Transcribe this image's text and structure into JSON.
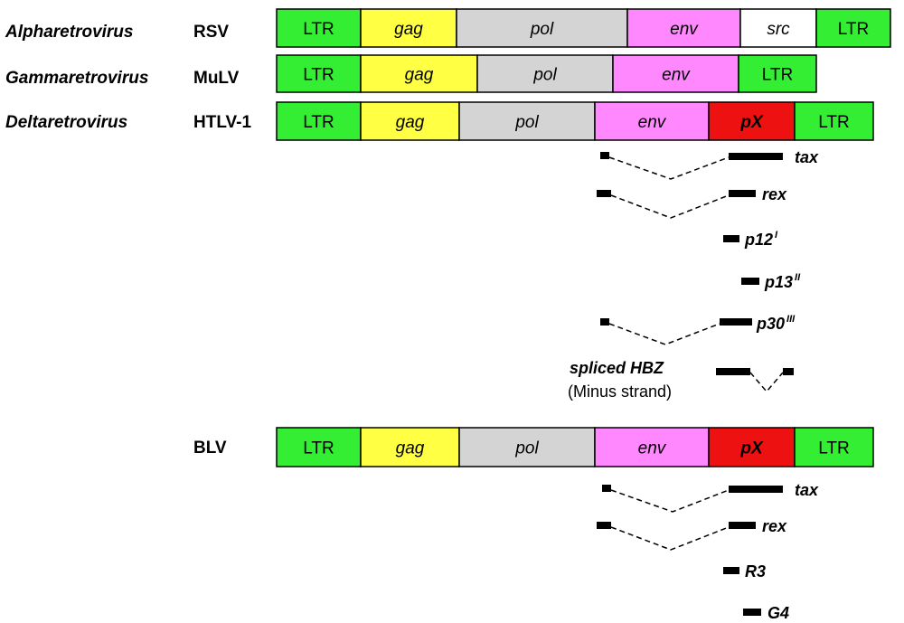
{
  "colors": {
    "LTR": "#33ee33",
    "gag": "#ffff44",
    "pol": "#d4d4d4",
    "env": "#ff88ff",
    "src": "#ffffff",
    "pX": "#ee1111",
    "outline": "#000000"
  },
  "genomes": [
    {
      "genus": "Alpharetrovirus",
      "virus": "RSV",
      "segments": [
        {
          "label": "LTR",
          "type": "LTR",
          "italic": false,
          "bold": false
        },
        {
          "label": "gag",
          "type": "gag",
          "italic": true,
          "bold": false
        },
        {
          "label": "pol",
          "type": "pol",
          "italic": true,
          "bold": false
        },
        {
          "label": "env",
          "type": "env",
          "italic": true,
          "bold": false
        },
        {
          "label": "src",
          "type": "src",
          "italic": true,
          "bold": false
        },
        {
          "label": "LTR",
          "type": "LTR",
          "italic": false,
          "bold": false
        }
      ]
    },
    {
      "genus": "Gammaretrovirus",
      "virus": "MuLV",
      "segments": [
        {
          "label": "LTR",
          "type": "LTR",
          "italic": false,
          "bold": false
        },
        {
          "label": "gag",
          "type": "gag",
          "italic": true,
          "bold": false
        },
        {
          "label": "pol",
          "type": "pol",
          "italic": true,
          "bold": false
        },
        {
          "label": "env",
          "type": "env",
          "italic": true,
          "bold": false
        },
        {
          "label": "LTR",
          "type": "LTR",
          "italic": false,
          "bold": false
        }
      ]
    },
    {
      "genus": "Deltaretrovirus",
      "virus": "HTLV-1",
      "segments": [
        {
          "label": "LTR",
          "type": "LTR",
          "italic": false,
          "bold": false
        },
        {
          "label": "gag",
          "type": "gag",
          "italic": true,
          "bold": false
        },
        {
          "label": "pol",
          "type": "pol",
          "italic": true,
          "bold": false
        },
        {
          "label": "env",
          "type": "env",
          "italic": true,
          "bold": false
        },
        {
          "label": "pX",
          "type": "pX",
          "italic": true,
          "bold": true
        },
        {
          "label": "LTR",
          "type": "LTR",
          "italic": false,
          "bold": false
        }
      ]
    },
    {
      "genus": "",
      "virus": "BLV",
      "segments": [
        {
          "label": "LTR",
          "type": "LTR",
          "italic": false,
          "bold": false
        },
        {
          "label": "gag",
          "type": "gag",
          "italic": true,
          "bold": false
        },
        {
          "label": "pol",
          "type": "pol",
          "italic": true,
          "bold": false
        },
        {
          "label": "env",
          "type": "env",
          "italic": true,
          "bold": false
        },
        {
          "label": "pX",
          "type": "pX",
          "italic": true,
          "bold": true
        },
        {
          "label": "LTR",
          "type": "LTR",
          "italic": false,
          "bold": false
        }
      ]
    }
  ],
  "htlv_transcripts": [
    {
      "name": "tax",
      "sup": ""
    },
    {
      "name": "rex",
      "sup": ""
    },
    {
      "name": "p12",
      "sup": "I"
    },
    {
      "name": "p13",
      "sup": "II"
    },
    {
      "name": "p30",
      "sup": "III"
    }
  ],
  "hbz": {
    "title": "spliced HBZ",
    "subtitle": "(Minus strand)"
  },
  "blv_transcripts": [
    {
      "name": "tax",
      "sup": ""
    },
    {
      "name": "rex",
      "sup": ""
    },
    {
      "name": "R3",
      "sup": ""
    },
    {
      "name": "G4",
      "sup": ""
    }
  ]
}
